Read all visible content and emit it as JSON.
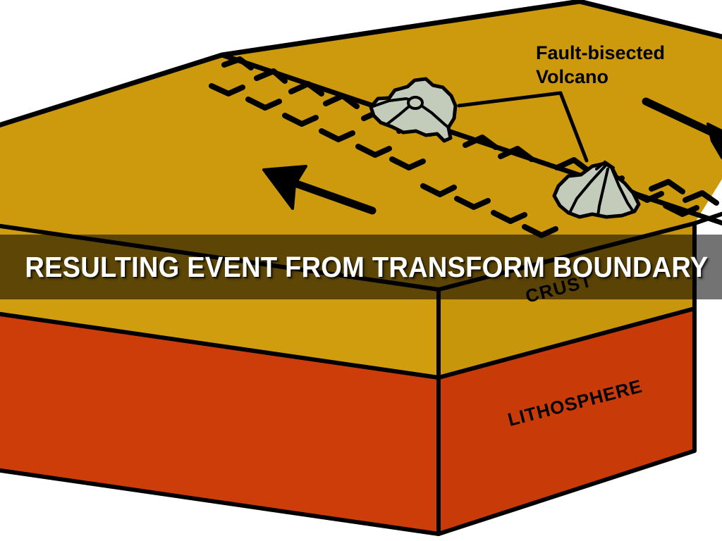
{
  "slide": {
    "title": "RESULTING EVENT FROM TRANSFORM BOUNDARY",
    "background_color": "#ffffff"
  },
  "banner": {
    "overlay_color": "rgba(0,0,0,0.55)",
    "text_color": "#ffffff"
  },
  "diagram": {
    "type": "block-diagram",
    "subject": "transform plate boundary",
    "colors": {
      "crust_top": "#CC9A0C",
      "crust_front_left": "#D09D0E",
      "crust_front_right": "#C8960B",
      "lithosphere_front_left": "#CC3D0A",
      "lithosphere_front_right": "#C93A09",
      "volcano_fill": "#C3CCBA",
      "outline": "#000000"
    },
    "annotations": {
      "fault_volcano_label_line1": "Fault-bisected",
      "fault_volcano_label_line2": "Volcano",
      "crust_label": "CRUST",
      "lithosphere_label": "LITHOSPHERE"
    },
    "features": {
      "fault_line": "transform fault trace with zigzag hatch marks",
      "arrow_left_label": "relative motion arrow pointing upper-left",
      "arrow_right_label": "relative motion arrow pointing lower-right",
      "volcano_count": 2
    }
  }
}
